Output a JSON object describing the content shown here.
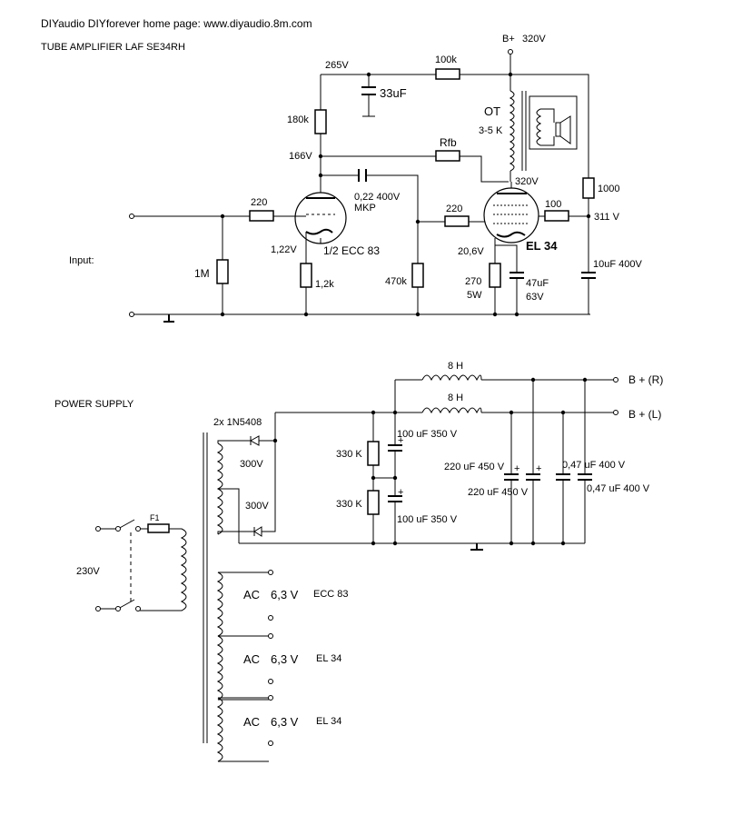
{
  "header": {
    "line1": "DIYaudio DIYforever     home page: www.diyaudio.8m.com",
    "line2": "TUBE AMPLIFIER     LAF  SE34RH"
  },
  "amp": {
    "v265": "265V",
    "r100k": "100k",
    "bplus": "B+",
    "bplus_v": "320V",
    "c33": "33uF",
    "r180k": "180k",
    "ot": "OT",
    "ot_imp": "3-5 K",
    "v166": "166V",
    "rfb": "Rfb",
    "v320": "320V",
    "r1000": "1000",
    "c022": "0,22 400V",
    "mkp": "MKP",
    "r220a": "220",
    "r220b": "220",
    "r100": "100",
    "v311": "311 V",
    "v122": "1,22V",
    "ecc83": "1/2 ECC 83",
    "v206": "20,6V",
    "el34": "EL 34",
    "input": "Input:",
    "r1m": "1M",
    "r12k": "1,2k",
    "r470k": "470k",
    "r270": "270",
    "r270w": "5W",
    "c47": "47uF",
    "c47v": "63V",
    "c10": "10uF 400V"
  },
  "psu": {
    "title": "POWER SUPPLY",
    "choke_r": "8 H",
    "choke_l": "8 H",
    "out_r": "B +  (R)",
    "out_l": "B +  (L)",
    "diodes": "2x  1N5408",
    "sec_a": "300V",
    "sec_b": "300V",
    "r330a": "330 K",
    "r330b": "330 K",
    "c100a": "100 uF 350 V",
    "c100b": "100 uF 350 V",
    "c220a": "220 uF 450 V",
    "c220b": "220 uF 450 V",
    "c047a": "0,47 uF 400 V",
    "c047b": "0,47 uF 400 V",
    "fuse": "F1",
    "mains": "230V",
    "heaters": [
      {
        "ac": "AC",
        "volt": "6,3 V",
        "tube": "ECC 83"
      },
      {
        "ac": "AC",
        "volt": "6,3 V",
        "tube": "EL 34"
      },
      {
        "ac": "AC",
        "volt": "6,3 V",
        "tube": "EL 34"
      }
    ]
  }
}
